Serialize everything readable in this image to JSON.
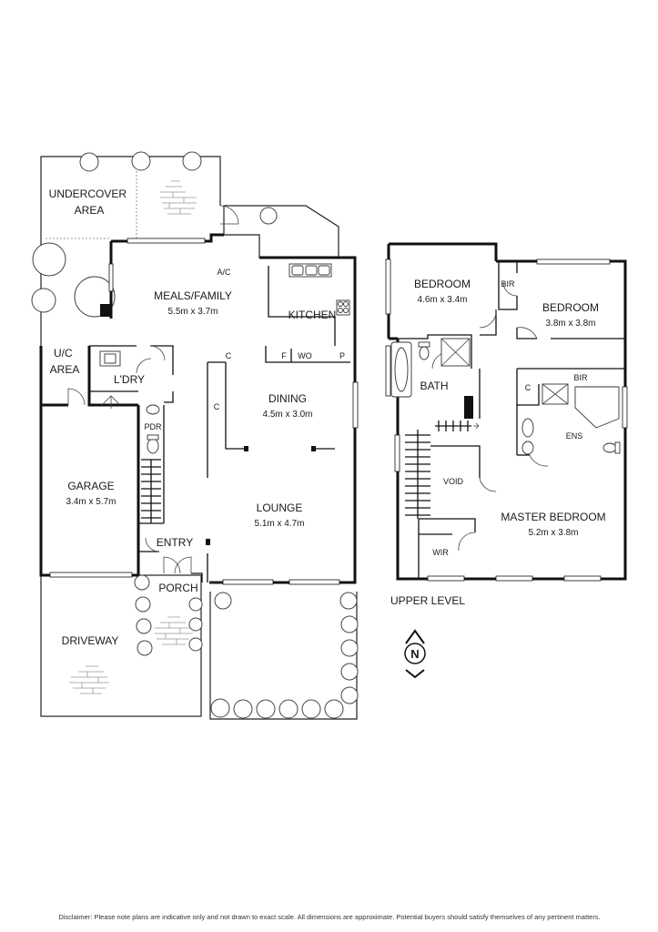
{
  "rooms": {
    "undercover_area": {
      "name": "UNDERCOVER\nAREA"
    },
    "meals_family": {
      "name": "MEALS/FAMILY",
      "dims": "5.5m x 3.7m"
    },
    "kitchen": {
      "name": "KITCHEN"
    },
    "ac": {
      "name": "A/C"
    },
    "uc_area": {
      "name": "U/C\nAREA"
    },
    "laundry": {
      "name": "L'DRY"
    },
    "pdr": {
      "name": "PDR"
    },
    "dining": {
      "name": "DINING",
      "dims": "4.5m x 3.0m"
    },
    "garage": {
      "name": "GARAGE",
      "dims": "3.4m x 5.7m"
    },
    "lounge": {
      "name": "LOUNGE",
      "dims": "5.1m x 4.7m"
    },
    "entry": {
      "name": "ENTRY"
    },
    "porch": {
      "name": "PORCH"
    },
    "driveway": {
      "name": "DRIVEWAY"
    },
    "bedroom_1": {
      "name": "BEDROOM",
      "dims": "4.6m x 3.4m"
    },
    "bedroom_2": {
      "name": "BEDROOM",
      "dims": "3.8m x 3.8m"
    },
    "bir_1": {
      "name": "BIR"
    },
    "bir_2": {
      "name": "BIR"
    },
    "bath": {
      "name": "BATH"
    },
    "ens": {
      "name": "ENS"
    },
    "void": {
      "name": "VOID"
    },
    "master_bedroom": {
      "name": "MASTER BEDROOM",
      "dims": "5.2m x 3.8m"
    },
    "wir": {
      "name": "WIR"
    }
  },
  "fixtures": {
    "cupboard": "C",
    "fridge": "F",
    "wall_oven": "WO",
    "pantry": "P"
  },
  "levels": {
    "upper": "UPPER LEVEL"
  },
  "compass": {
    "north": "N"
  },
  "disclaimer": "Disclaimer: Please note plans are indicative only and not drawn to exact scale. All dimensions are approximate. Potential buyers should satisfy themselves of any pertinent matters."
}
